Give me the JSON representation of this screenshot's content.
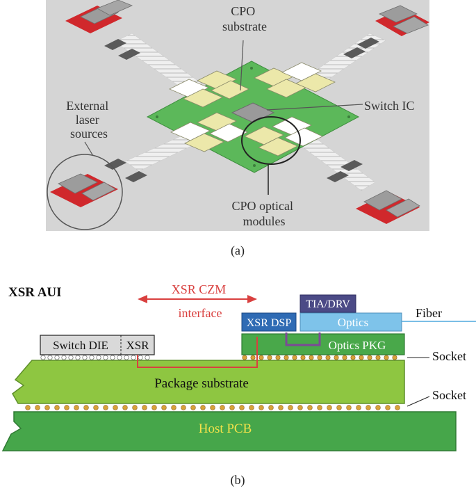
{
  "panel_a": {
    "labels": {
      "cpo_substrate": [
        "CPO",
        "substrate"
      ],
      "switch_ic": "Switch IC",
      "external_laser": [
        "External",
        "laser",
        "sources"
      ],
      "cpo_optical": [
        "CPO optical",
        "modules"
      ]
    },
    "caption": "(a)"
  },
  "panel_b": {
    "title": "XSR AUI",
    "czm": [
      "XSR CZM",
      "interface"
    ],
    "switch_die": "Switch DIE",
    "xsr": "XSR",
    "xsr_dsp": "XSR DSP",
    "tia_drv": "TIA/DRV",
    "optics": "Optics",
    "optics_pkg": "Optics PKG",
    "fiber": "Fiber",
    "socket_top": "Socket",
    "socket_bottom": "Socket",
    "package_substrate": "Package substrate",
    "host_pcb": "Host PCB",
    "caption": "(b)"
  },
  "colors": {
    "panel_bg": "#d3d3d3",
    "board_green": "#5cb85a",
    "module_yellow": "#eae6a8",
    "laser_red": "#d0282c",
    "czm_red": "#d9403f",
    "substrate_green": "#8ec641",
    "pcb_green": "#46a64a",
    "pcb_text": "#f2e24b",
    "dsp_blue": "#2f6bb4",
    "optics_blue": "#7ec3ea",
    "tia_navy": "#4b4a86",
    "fiber_blue": "#4fa9dd",
    "bump_gold": "#d8a13a",
    "purple": "#7b4a96"
  }
}
